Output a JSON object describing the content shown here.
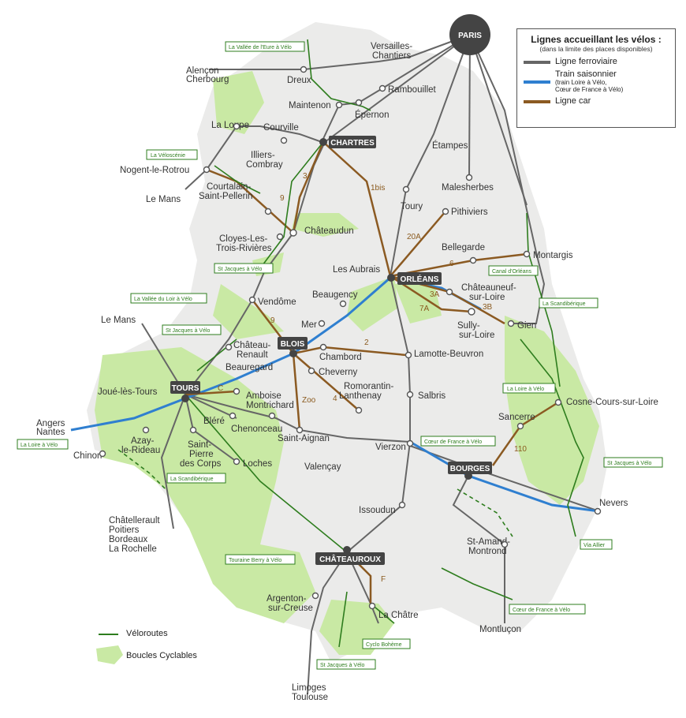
{
  "legend": {
    "title": "Lignes accueillant les vélos :",
    "subtitle": "(dans la limite des places disponibles)",
    "rail": "Ligne ferroviaire",
    "seasonal": "Train saisonnier",
    "seasonal_note1": "(train Loire à Vélo,",
    "seasonal_note2": "Cœur de France à Vélo)",
    "car": "Ligne car"
  },
  "bottom_legend": {
    "veloroutes": "Véloroutes",
    "boucles": "Boucles Cyclables"
  },
  "colors": {
    "rail": "#666666",
    "seasonal": "#2f7fd0",
    "car": "#8b5a22",
    "veloroute": "#2e7d1e",
    "boucle": "#c9e9a4",
    "region": "#ebebea"
  },
  "hubs": [
    "PARIS",
    "CHARTRES",
    "ORLÉANS",
    "BLOIS",
    "TOURS",
    "BOURGES",
    "CHÂTEAUROUX"
  ],
  "cities": {
    "alencon": "Alençon",
    "cherbourg": "Cherbourg",
    "dreux": "Dreux",
    "versailles1": "Versailles-",
    "versailles2": "Chantiers",
    "rambouillet": "Rambouillet",
    "maintenon": "Maintenon",
    "epernon": "Épernon",
    "laloupe": "La Loupe",
    "courville": "Courville",
    "illiers1": "Illiers-",
    "illiers2": "Combray",
    "etampes": "Étampes",
    "nogent": "Nogent-le-Rotrou",
    "lemans1": "Le Mans",
    "courtalain1": "Courtalain-",
    "courtalain2": "Saint-Pellerin",
    "toury": "Toury",
    "malesherbes": "Malesherbes",
    "pithiviers": "Pithiviers",
    "chateaudun": "Châteaudun",
    "cloyes1": "Cloyes-Les-",
    "cloyes2": "Trois-Rivières",
    "bellegarde": "Bellegarde",
    "montargis": "Montargis",
    "lesaubrais": "Les Aubrais",
    "chateauneuf1": "Châteauneuf-",
    "chateauneuf2": "sur-Loire",
    "beaugency": "Beaugency",
    "vendome": "Vendôme",
    "sully1": "Sully-",
    "sully2": "sur-Loire",
    "gien": "Gien",
    "lemans2": "Le Mans",
    "mer": "Mer",
    "chateaurenault1": "Château-",
    "chateaurenault2": "Renault",
    "chambord": "Chambord",
    "lamotte": "Lamotte-Beuvron",
    "beauregard": "Beauregard",
    "cheverny": "Cheverny",
    "romorantin1": "Romorantin-",
    "romorantin2": "Lanthenay",
    "joue": "Joué-lès-Tours",
    "amboise": "Amboise",
    "montrichard": "Montrichard",
    "salbris": "Salbris",
    "cosne": "Cosne-Cours-sur-Loire",
    "angers": "Angers",
    "nantes": "Nantes",
    "blere": "Bléré",
    "chenonceau": "Chenonceau",
    "saintaignan": "Saint-Aignan",
    "sancerre": "Sancerre",
    "azay1": "Azay-",
    "azay2": "le-Rideau",
    "chinon": "Chinon",
    "saintpierre1": "Saint-",
    "saintpierre2": "Pierre",
    "saintpierre3": "des Corps",
    "loches": "Loches",
    "valencay": "Valençay",
    "vierzon": "Vierzon",
    "nevers": "Nevers",
    "issoudun": "Issoudun",
    "chatellerault": "Châtellerault",
    "poitiers": "Poitiers",
    "bordeaux": "Bordeaux",
    "larochelle": "La Rochelle",
    "stamand1": "St-Amand-",
    "stamand2": "Montrond",
    "argenton1": "Argenton-",
    "argenton2": "sur-Creuse",
    "lachatre": "La Châtre",
    "montlucon": "Montluçon",
    "limoges": "Limoges",
    "toulouse": "Toulouse"
  },
  "bus_lines": [
    "1bis",
    "3",
    "9",
    "20A",
    "6",
    "3A",
    "3B",
    "7A",
    "9",
    "2",
    "C",
    "4",
    "Zoo",
    "110",
    "F"
  ],
  "veloroutes": [
    "La Vallée de l'Eure à Vélo",
    "La Véloscénie",
    "St Jacques à Vélo",
    "La Vallée du Loir à Vélo",
    "St Jacques à Vélo",
    "Canal d'Orléans",
    "La Scandibérique",
    "La Loire à Vélo",
    "La Loire à Vélo",
    "Cœur de France à Vélo",
    "St Jacques à Vélo",
    "La Scandibérique",
    "Via Allier",
    "Touraine Berry à Vélo",
    "Cœur de France à Vélo",
    "Cyclo Bohème",
    "St Jacques à Vélo"
  ]
}
